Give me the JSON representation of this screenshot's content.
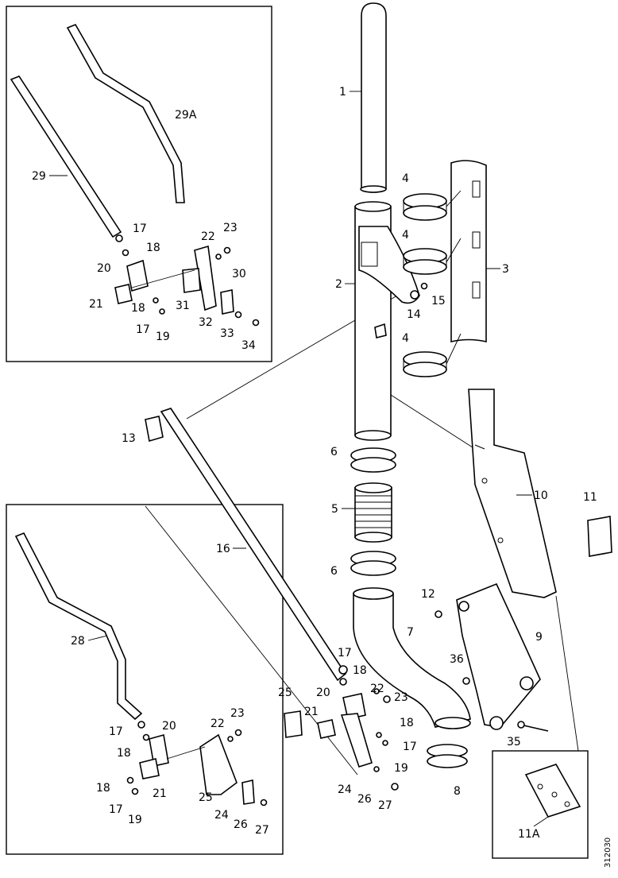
{
  "diagram": {
    "drawing_number": "312030",
    "callouts": {
      "c1": "1",
      "c2": "2",
      "c3": "3",
      "c4a": "4",
      "c4b": "4",
      "c4c": "4",
      "c5": "5",
      "c6a": "6",
      "c6b": "6",
      "c7": "7",
      "c8": "8",
      "c9": "9",
      "c10": "10",
      "c11": "11",
      "c11a": "11A",
      "c12": "12",
      "c13": "13",
      "c14": "14",
      "c15": "15",
      "c16": "16",
      "c17m": "17",
      "c18m": "18",
      "c20m": "20",
      "c21m": "21",
      "c22m": "22",
      "c23m": "23",
      "c18m2": "18",
      "c17m2": "17",
      "c19m": "19",
      "c24m": "24",
      "c25m": "25",
      "c26m": "26",
      "c27m": "27",
      "c35": "35",
      "c36": "36",
      "c29": "29",
      "c29a": "29A",
      "c17t": "17",
      "c18t": "18",
      "c20t": "20",
      "c21t": "21",
      "c18t2": "18",
      "c17t2": "17",
      "c19t": "19",
      "c22t": "22",
      "c23t": "23",
      "c30": "30",
      "c31": "31",
      "c32": "32",
      "c33": "33",
      "c34": "34",
      "c28": "28",
      "c17b": "17",
      "c20b": "20",
      "c18b": "18",
      "c22b": "22",
      "c23b": "23",
      "c18b2": "18",
      "c17b2": "17",
      "c21b": "21",
      "c19b": "19",
      "c25b": "25",
      "c24b": "24",
      "c26b": "26",
      "c27b": "27"
    }
  }
}
